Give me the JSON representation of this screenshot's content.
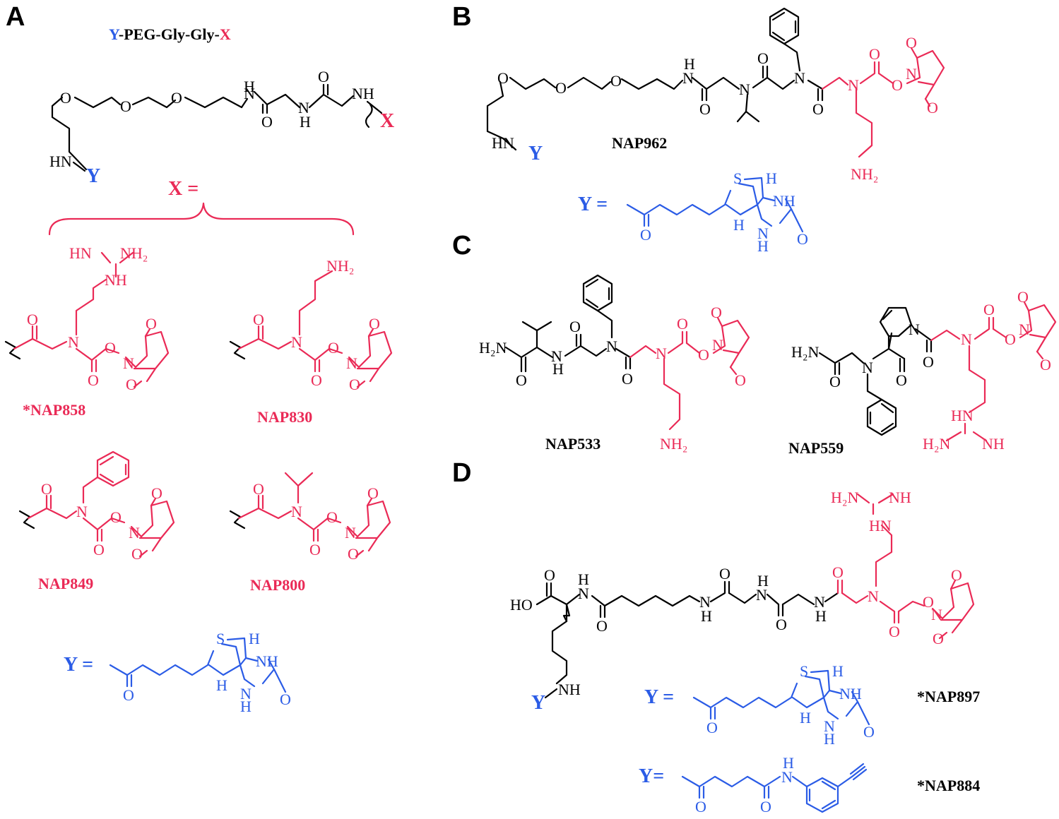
{
  "colors": {
    "core": "#000000",
    "x_group": "#ea2a56",
    "y_group": "#2b5ce6"
  },
  "panels": {
    "A": {
      "letter": "A",
      "formula": {
        "y": "Y",
        "mid": "-PEG-Gly-Gly-",
        "x": "X"
      },
      "core_y": "Y",
      "core_x": "X",
      "x_equals": "X =",
      "compounds": [
        "*NAP858",
        "NAP830",
        "NAP849",
        "NAP800"
      ],
      "y_equals": "Y ="
    },
    "B": {
      "letter": "B",
      "core_y": "Y",
      "compound": "NAP962",
      "y_equals": "Y ="
    },
    "C": {
      "letter": "C",
      "compounds": [
        "NAP533",
        "NAP559"
      ]
    },
    "D": {
      "letter": "D",
      "core_y": "Y",
      "y_equals_1": "Y =",
      "compound_1": "*NAP897",
      "y_equals_2": "Y=",
      "compound_2": "*NAP884"
    }
  },
  "atoms": {
    "O": "O",
    "N": "N",
    "S": "S",
    "H": "H",
    "NH": "NH",
    "HN": "HN",
    "NH2": "NH₂",
    "H2N": "H₂N",
    "HO": "HO"
  }
}
